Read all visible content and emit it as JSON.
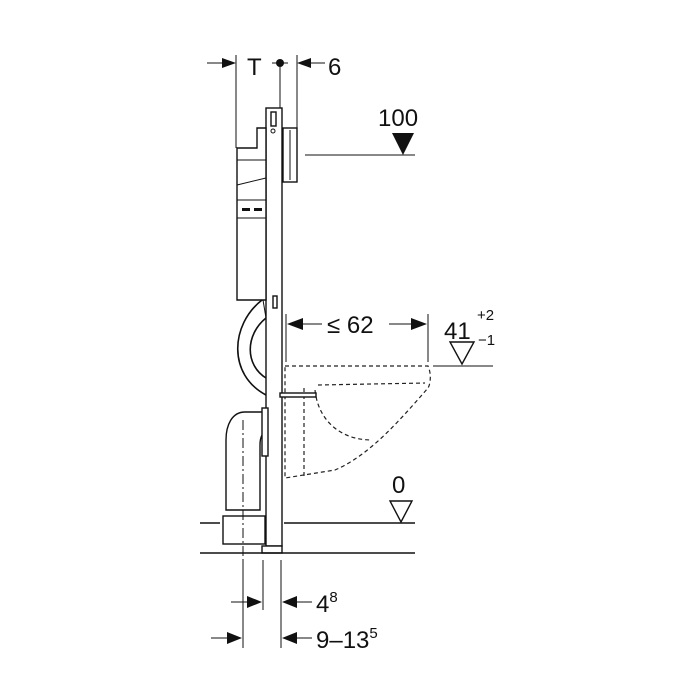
{
  "drawing": {
    "dimensions": {
      "depth_label": "T",
      "offset_label": "6",
      "flush_height": "100",
      "projection": "≤ 62",
      "seat_height": "41",
      "seat_tol_plus": "+2",
      "seat_tol_minus": "−1",
      "floor_level": "0",
      "frame_depth_base": "4",
      "frame_depth_sup": "8",
      "wall_range_base": "9–13",
      "wall_range_sup": "5"
    }
  }
}
